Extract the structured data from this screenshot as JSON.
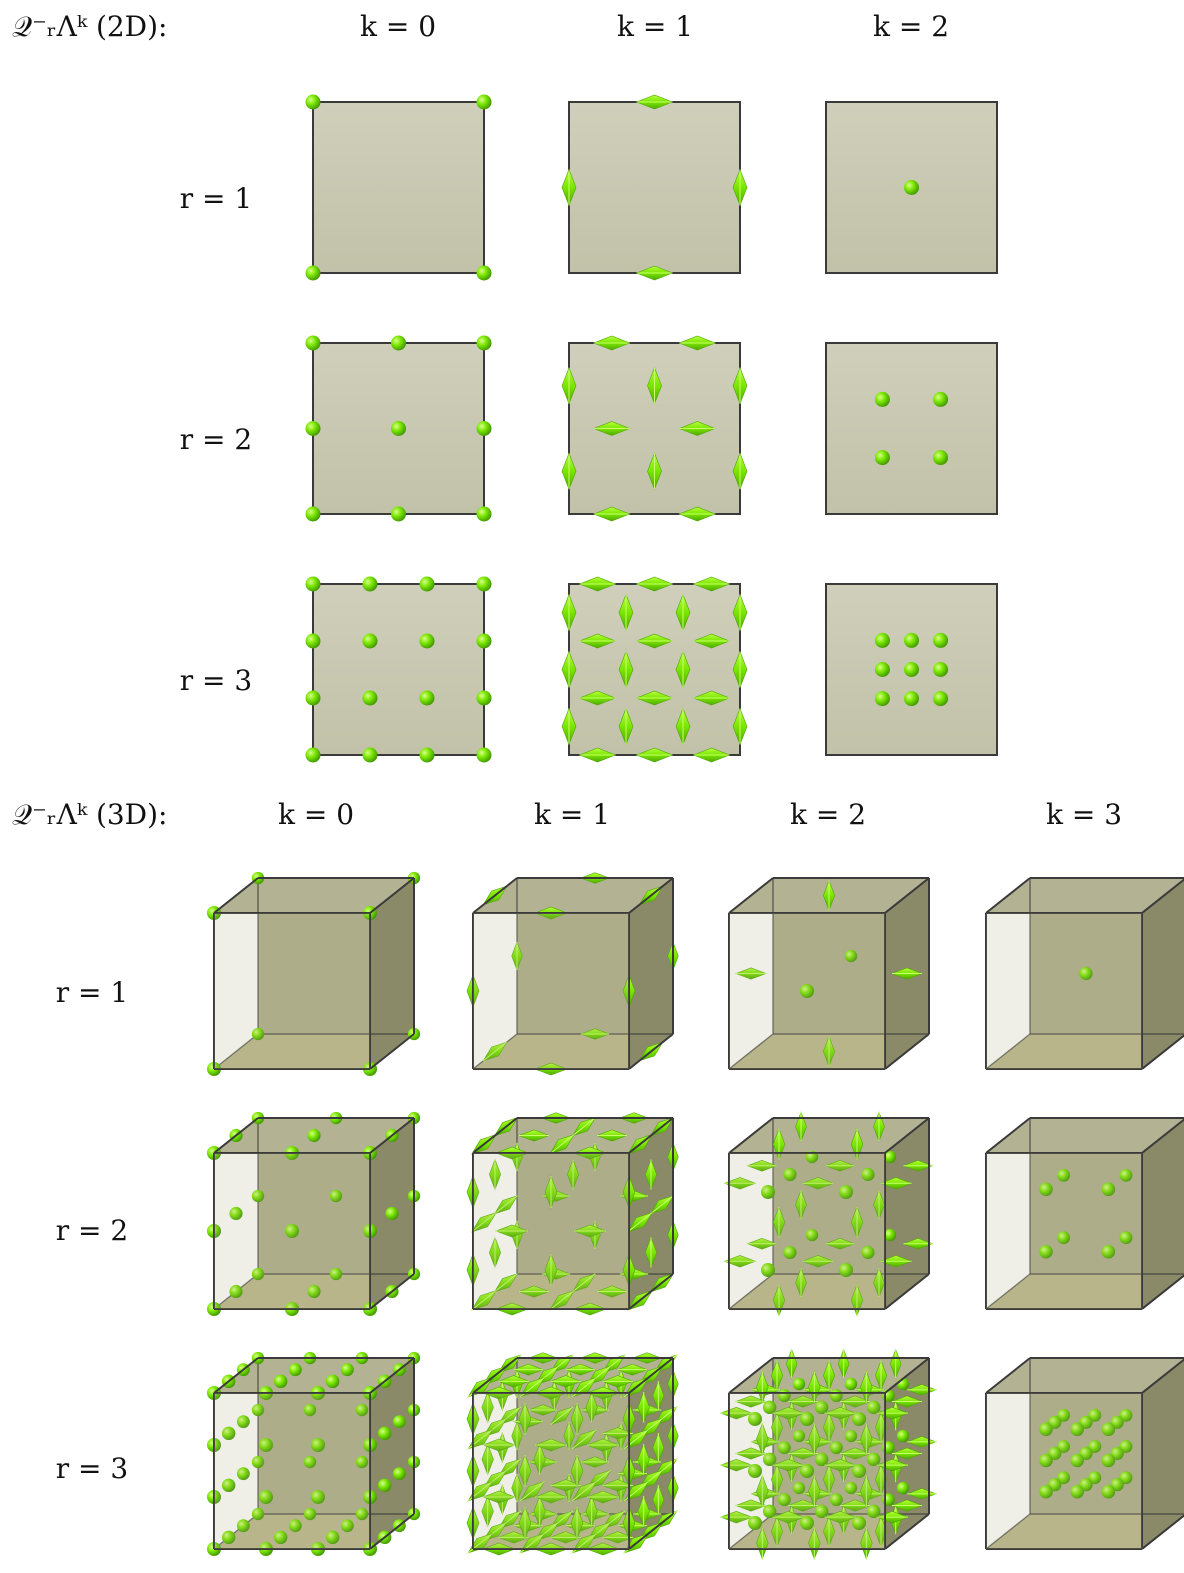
{
  "colors": {
    "face2d": "#c7c7b0",
    "face3d": "#a7a67f",
    "face3d_bottom": "#bdb98e",
    "edge": "#3a3a3a",
    "dof": "#7ae600",
    "dof_dark": "#4fa800",
    "dof_light": "#c8ff6a"
  },
  "section_2d": {
    "title": "𝒬⁻ᵣΛᵏ (2D):",
    "columns": [
      "k = 0",
      "k = 1",
      "k = 2"
    ],
    "rows": [
      "r = 1",
      "r = 2",
      "r = 3"
    ]
  },
  "section_3d": {
    "title": "𝒬⁻ᵣΛᵏ (3D):",
    "columns": [
      "k = 0",
      "k = 1",
      "k = 2",
      "k = 3"
    ],
    "rows": [
      "r = 1",
      "r = 2",
      "r = 3"
    ]
  },
  "glyphs": {
    "sphere": "sphere-dof-icon",
    "arrow": "double-arrow-dof-icon"
  }
}
